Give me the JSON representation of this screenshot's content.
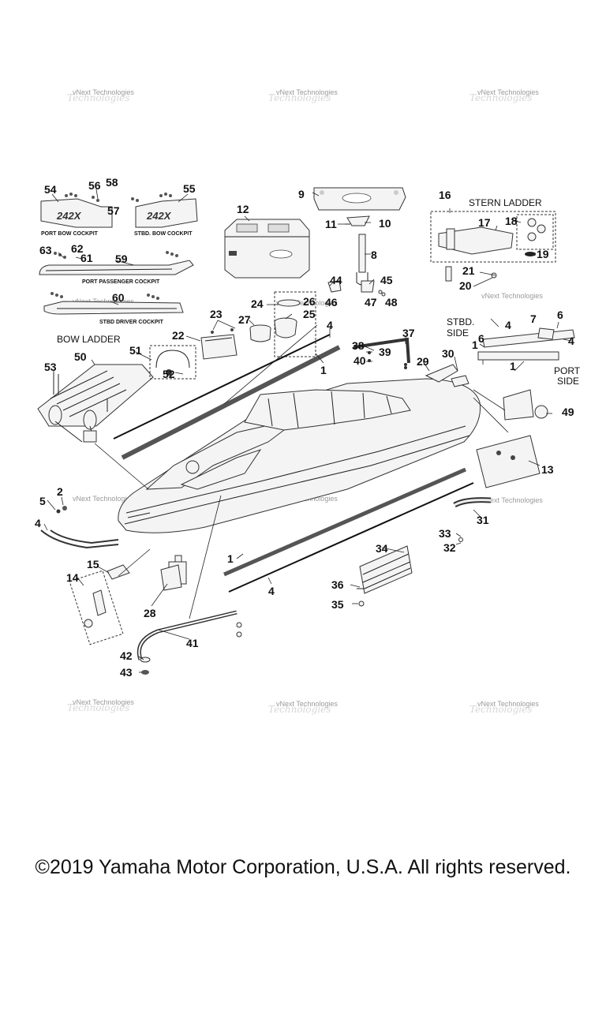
{
  "watermark": {
    "line1": "vNext Technologies",
    "line2": "Technologies"
  },
  "copyright": "©2019 Yamaha Motor Corporation, U.S.A. All rights reserved.",
  "sections": {
    "stern_ladder": "STERN LADDER",
    "bow_ladder": "BOW LADDER",
    "stbd_side_1": "STBD.",
    "stbd_side_2": "SIDE",
    "port_side_1": "PORT",
    "port_side_2": "SIDE"
  },
  "captions": {
    "port_bow_cockpit": "PORT BOW COCKPIT",
    "stbd_bow_cockpit": "STBD. BOW COCKPIT",
    "port_passenger_cockpit": "PORT PASSENGER COCKPIT",
    "stbd_driver_cockpit": "STBD DRIVER COCKPIT"
  },
  "badge_text": "242X",
  "callouts": {
    "c1": "1",
    "c2": "2",
    "c4": "4",
    "c5": "5",
    "c6": "6",
    "c7": "7",
    "c8": "8",
    "c9": "9",
    "c10": "10",
    "c11": "11",
    "c12": "12",
    "c13": "13",
    "c14": "14",
    "c15": "15",
    "c16": "16",
    "c17": "17",
    "c18": "18",
    "c19": "19",
    "c20": "20",
    "c21": "21",
    "c22": "22",
    "c23": "23",
    "c24": "24",
    "c25": "25",
    "c26": "26",
    "c27": "27",
    "c28": "28",
    "c29": "29",
    "c30": "30",
    "c31": "31",
    "c32": "32",
    "c33": "33",
    "c34": "34",
    "c35": "35",
    "c36": "36",
    "c37": "37",
    "c38": "38",
    "c39": "39",
    "c40": "40",
    "c41": "41",
    "c42": "42",
    "c43": "43",
    "c44": "44",
    "c45": "45",
    "c46": "46",
    "c47": "47",
    "c48": "48",
    "c49": "49",
    "c50": "50",
    "c51": "51",
    "c52": "52",
    "c53": "53",
    "c54": "54",
    "c55": "55",
    "c56": "56",
    "c57": "57",
    "c58": "58",
    "c59": "59",
    "c60": "60",
    "c61": "61",
    "c62": "62",
    "c63": "63"
  }
}
